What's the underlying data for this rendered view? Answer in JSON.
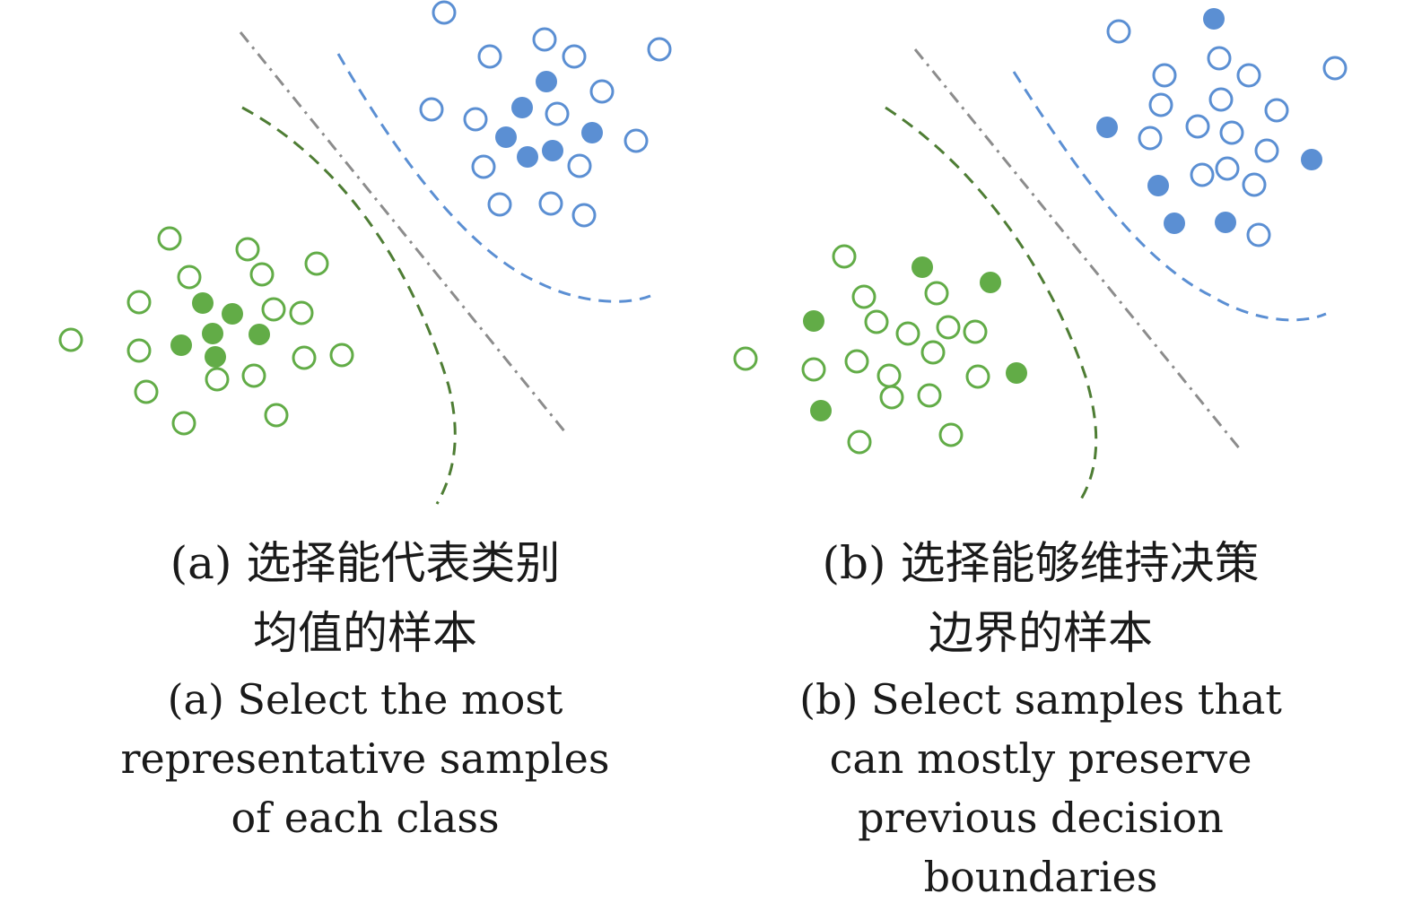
{
  "colors": {
    "blue": "#5b8fd3",
    "green": "#62ac47",
    "dark_green": "#4e7d34",
    "gray": "#8c8c8c",
    "text": "#1a1a1a"
  },
  "panels": [
    {
      "id": "a",
      "caption_cn": [
        "(a) 选择能代表类别",
        "均值的样本"
      ],
      "caption_en": [
        "(a) Select the most",
        "representative samples",
        "of each class"
      ]
    },
    {
      "id": "b",
      "caption_cn": [
        "(b) 选择能够维持决策",
        "边界的样本"
      ],
      "caption_en": [
        "(b) Select samples that",
        "can mostly preserve",
        "previous decision",
        "boundaries"
      ]
    }
  ]
}
